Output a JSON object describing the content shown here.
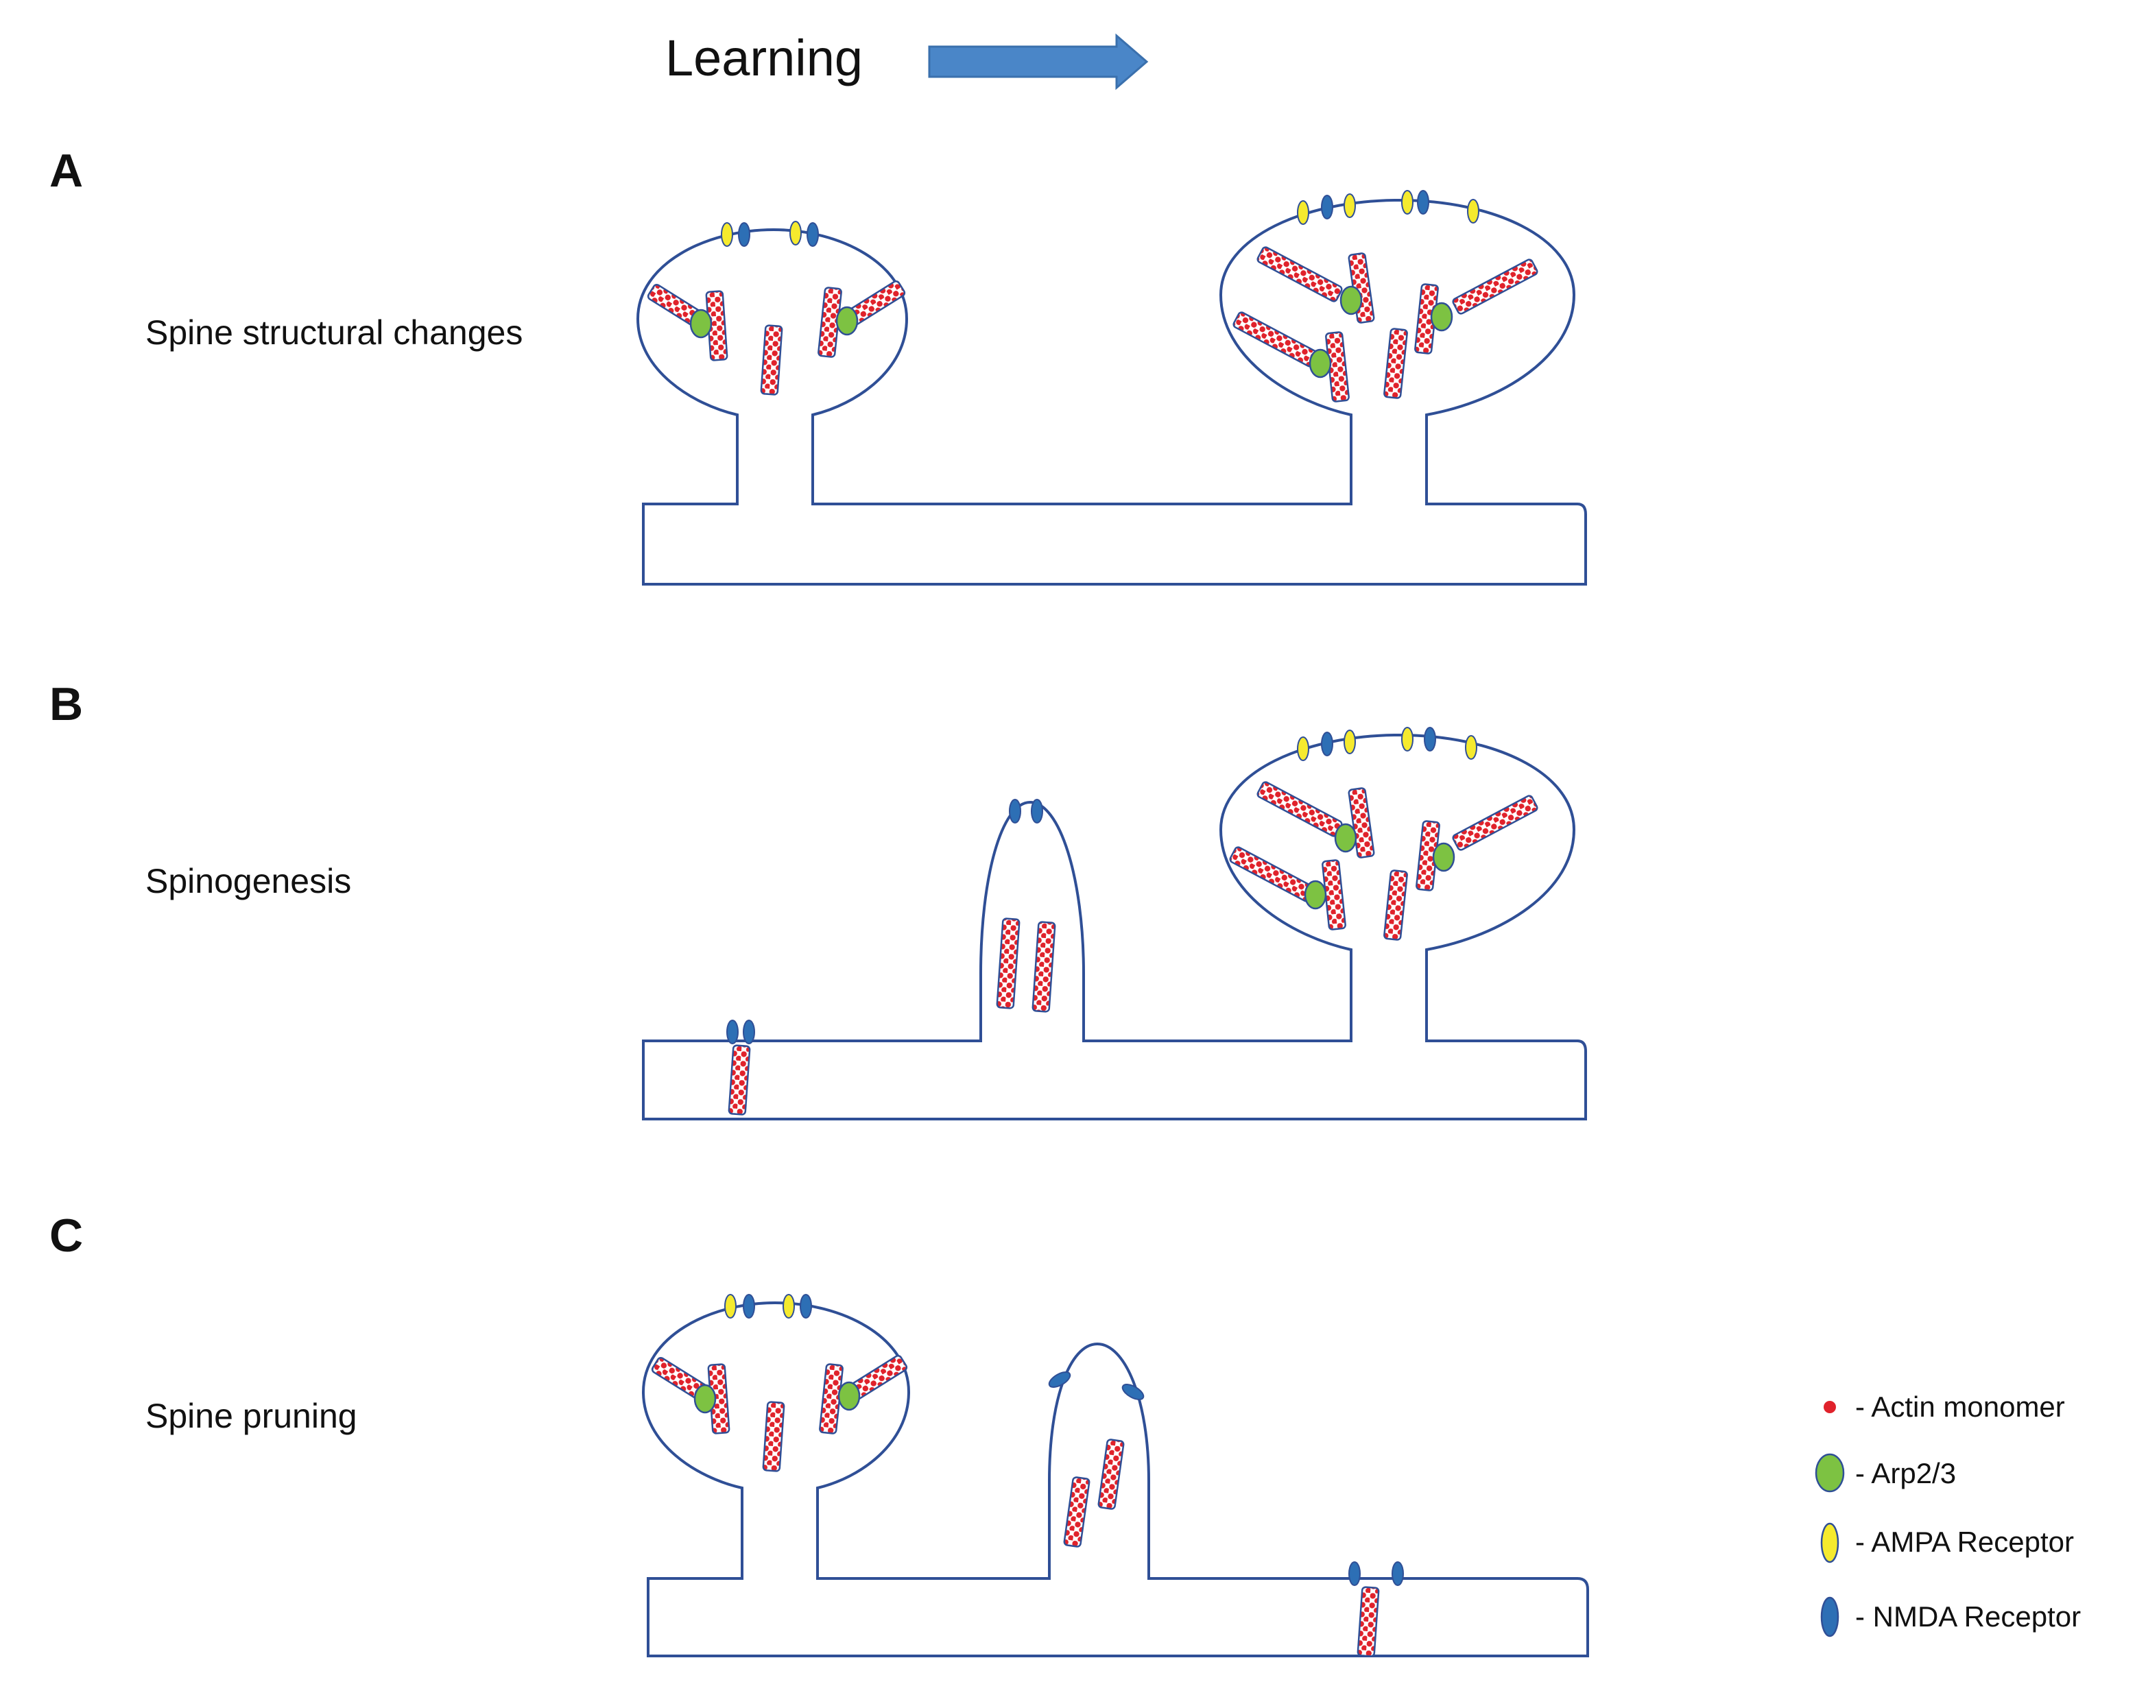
{
  "header": {
    "title": "Learning"
  },
  "panels": [
    {
      "letter": "A",
      "label": "Spine structural changes"
    },
    {
      "letter": "B",
      "label": "Spinogenesis"
    },
    {
      "letter": "C",
      "label": "Spine pruning"
    }
  ],
  "legend": {
    "items": [
      {
        "label": "- Actin monomer",
        "color": "#e0222b",
        "icon": "actin-monomer-icon"
      },
      {
        "label": "- Arp2/3",
        "color": "#7dc242",
        "icon": "arp23-icon"
      },
      {
        "label": "- AMPA Receptor",
        "color": "#f5ea2e",
        "icon": "ampa-receptor-icon"
      },
      {
        "label": "- NMDA Receptor",
        "color": "#2d6fb5",
        "icon": "nmda-receptor-icon"
      }
    ]
  },
  "colors": {
    "membrane": "#2f4f96",
    "arrow": "#4a86c8",
    "filament_outline": "#2f4f96",
    "actin": "#e0222b",
    "arp": "#7dc242",
    "ampa": "#f5ea2e",
    "nmda": "#2d6fb5"
  }
}
